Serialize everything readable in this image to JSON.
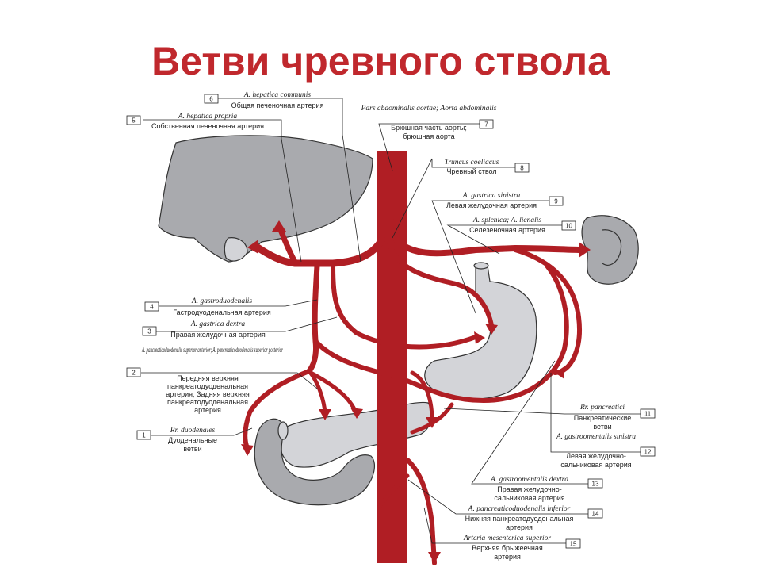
{
  "title": "Ветви чревного ствола",
  "colors": {
    "title": "#c0282d",
    "artery": "#b01e24",
    "organ": "#a9aaae",
    "organ_light": "#d3d4d8"
  },
  "labels": [
    {
      "num": "6",
      "latin": "A. hepatica communis",
      "russian": [
        "Общая печеночная артерия"
      ]
    },
    {
      "num": "5",
      "latin": "A. hepatica propria",
      "russian": [
        "Собственная печеночная артерия"
      ]
    },
    {
      "num": "7",
      "latin": "Pars abdominalis aortae; Aorta abdominalis",
      "russian": [
        "Брюшная часть аорты;",
        "брюшная аорта"
      ]
    },
    {
      "num": "8",
      "latin": "Truncus coeliacus",
      "russian": [
        "Чревный ствол"
      ]
    },
    {
      "num": "9",
      "latin": "A. gastrica sinistra",
      "russian": [
        "Левая желудочная артерия"
      ]
    },
    {
      "num": "10",
      "latin": "A. splenica; A. lienalis",
      "russian": [
        "Селезеночная артерия"
      ]
    },
    {
      "num": "4",
      "latin": "A. gastroduodenalis",
      "russian": [
        "Гастродуоденальная артерия"
      ]
    },
    {
      "num": "3",
      "latin": "A. gastrica dextra",
      "russian": [
        "Правая желудочная артерия"
      ]
    },
    {
      "num": "2",
      "latin": "A. pancreaticoduodenalis superior anterior; A. pancreaticoduodenalis superior posterior",
      "russian": [
        "Передняя верхняя",
        "панкреатодуоденальная",
        "артерия; Задняя верхняя",
        "панкреатодуоденальная",
        "артерия"
      ]
    },
    {
      "num": "1",
      "latin": "Rr. duodenales",
      "russian": [
        "Дуоденальные",
        "ветви"
      ]
    },
    {
      "num": "11",
      "latin": "Rr. pancreatici",
      "russian": [
        "Панкреатические",
        "ветви"
      ]
    },
    {
      "num": "12",
      "latin": "A. gastroomentalis sinistra",
      "russian": [
        "Левая желудочно-",
        "сальниковая артерия"
      ]
    },
    {
      "num": "13",
      "latin": "A. gastroomentalis dextra",
      "russian": [
        "Правая желудочно-",
        "сальниковая артерия"
      ]
    },
    {
      "num": "14",
      "latin": "A. pancreaticoduodenalis inferior",
      "russian": [
        "Нижняя панкреатодуоденальная",
        "артерия"
      ]
    },
    {
      "num": "15",
      "latin": "Arteria mesenterica superior",
      "russian": [
        "Верхняя брыжеечная",
        "артерия"
      ]
    }
  ]
}
